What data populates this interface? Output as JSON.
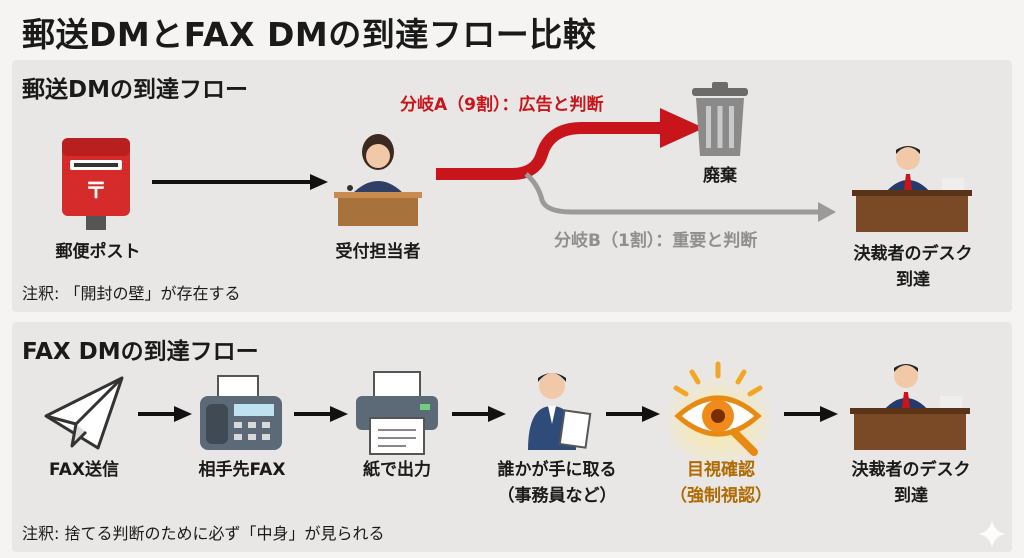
{
  "title": "郵送DMとFAX DMの到達フロー比較",
  "postal": {
    "heading": "郵送DMの到達フロー",
    "mailbox": "郵便ポスト",
    "reception": "受付担当者",
    "branch_a": "分岐A（9割）：広告と判断",
    "trash": "廃棄",
    "branch_b": "分岐B（1割）：重要と判断",
    "desk_line1": "決裁者のデスク",
    "desk_line2": "到達",
    "note": "注釈: 「開封の壁」が存在する",
    "colors": {
      "branch_a": "#c8151b",
      "branch_b": "#9a9a9a"
    }
  },
  "fax": {
    "heading": "FAX DMの到達フロー",
    "send": "FAX送信",
    "recipient_fax": "相手先FAX",
    "print": "紙で出力",
    "pickup_line1": "誰かが手に取る",
    "pickup_line2": "（事務員など）",
    "visual_line1": "目視確認",
    "visual_line2": "（強制視認）",
    "desk_line1": "決裁者のデスク",
    "desk_line2": "到達",
    "note": "注釈:  捨てる判断のために必ず「中身」が見られる",
    "colors": {
      "highlight": "#b06a00"
    }
  },
  "icons": [
    "postbox-icon",
    "receptionist-icon",
    "trash-icon",
    "executive-icon",
    "paper-plane-icon",
    "fax-machine-icon",
    "printer-icon",
    "office-worker-icon",
    "eye-magnifier-icon",
    "sparkle-icon"
  ]
}
